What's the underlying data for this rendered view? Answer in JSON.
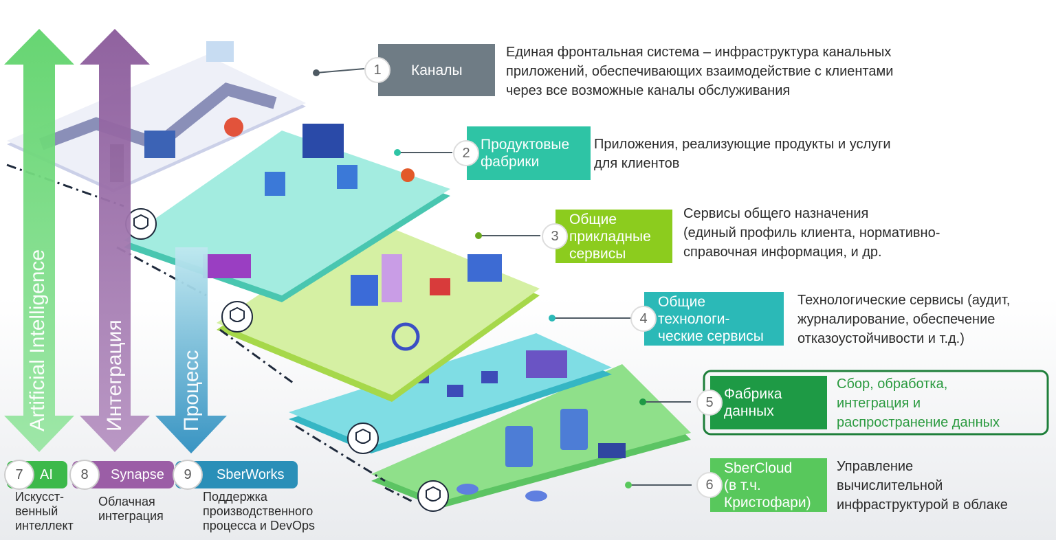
{
  "layers": [
    {
      "num": "1",
      "title": "Каналы",
      "color": "#6f7c85",
      "description": "Единая фронтальная система – инфраструктура канальных\nприложений, обеспечивающих взаимодействие с клиентами\nчерез все возможные каналы обслуживания"
    },
    {
      "num": "2",
      "title": "Продуктовые\nфабрики",
      "color": "#2ec4a5",
      "description": "Приложения, реализующие продукты и услуги\nдля клиентов"
    },
    {
      "num": "3",
      "title": "Общие\nприкладные\nсервисы",
      "color": "#8ccc1e",
      "description": "Сервисы общего назначения\n(единый профиль клиента, нормативно-\nсправочная информация, и др."
    },
    {
      "num": "4",
      "title": "Общие\nтехнологи-\nческие сервисы",
      "color": "#2bb9b7",
      "description": "Технологические сервисы (аудит,\nжурналирование, обеспечение\nотказоустойчивости и т.д.)"
    },
    {
      "num": "5",
      "title": "Фабрика\nданных",
      "color": "#1e9a45",
      "description": "Сбор, обработка,\nинтеграция и\nраспространение данных",
      "desc_color": "#2a9a3f"
    },
    {
      "num": "6",
      "title": "SberCloud\n(в т.ч.\nКристофари)",
      "color": "#58c85c",
      "description": "Управление\nвычислительной\nинфраструктурой в облаке"
    }
  ],
  "pillars": [
    {
      "num": "7",
      "title": "AI",
      "color": "#3cb94a",
      "arrow_text": "Artificial Intelligence",
      "label": "Искусст-\nвенный\nинтеллект"
    },
    {
      "num": "8",
      "title": "Synapse",
      "color": "#9b5ea6",
      "arrow_text": "Интеграция",
      "label": "Облачная\nинтеграция"
    },
    {
      "num": "9",
      "title": "SberWorks",
      "color": "#2a8fb8",
      "arrow_text": "Процесс",
      "label": "Поддержка\nпроизводственного\nпроцесса и DevOps"
    }
  ]
}
